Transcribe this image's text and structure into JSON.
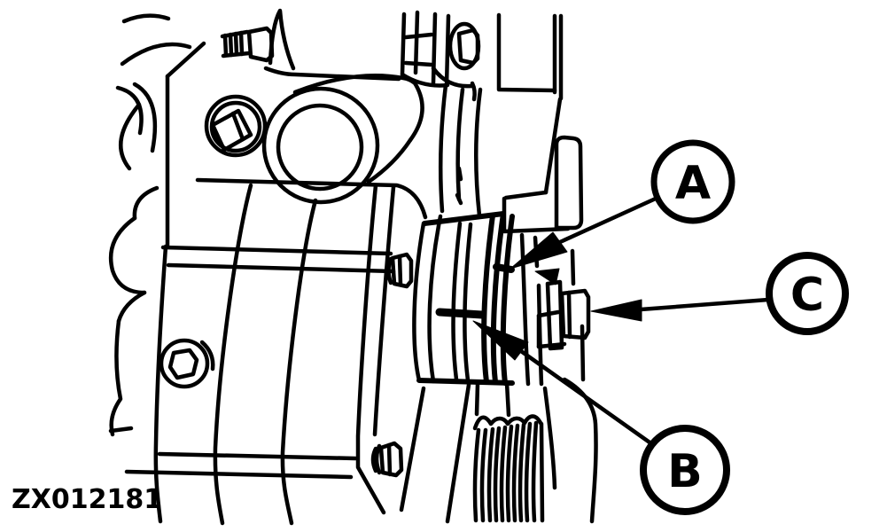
{
  "figure": {
    "code": "ZX012181"
  },
  "colors": {
    "line": "#000000",
    "background": "#ffffff"
  },
  "callouts": {
    "a": {
      "label": "A"
    },
    "b": {
      "label": "B"
    },
    "c": {
      "label": "C"
    }
  }
}
